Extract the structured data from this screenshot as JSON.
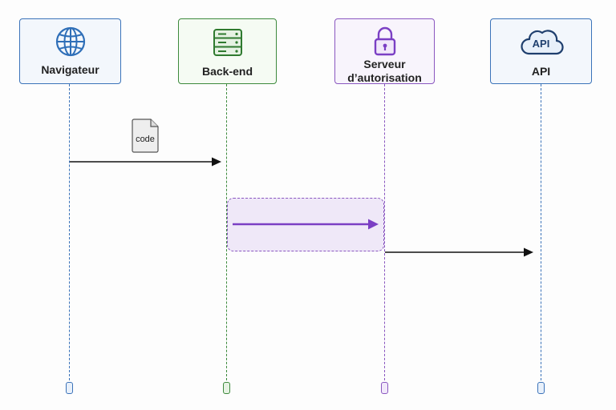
{
  "actors": [
    {
      "label": "Navigateur",
      "icon": "globe-icon",
      "color": "#3b73b9"
    },
    {
      "label": "Back-end",
      "icon": "server-icon",
      "color": "#3d8a3d"
    },
    {
      "label": "Serveur\nd’autorisation",
      "label_line1": "Serveur",
      "label_line2": "d’autorisation",
      "icon": "lock-icon",
      "color": "#8a57c0"
    },
    {
      "label": "API",
      "icon": "cloud-icon",
      "icon_text": "API",
      "color": "#3b73b9"
    }
  ],
  "messages": [
    {
      "from": "Navigateur",
      "to": "Back-end",
      "label": "code",
      "color": "#111111"
    },
    {
      "from": "Back-end",
      "to": "Serveur d’autorisation",
      "label": "",
      "color": "#7b3fc4",
      "highlighted": true
    },
    {
      "from": "Serveur d’autorisation",
      "to": "API",
      "label": "",
      "color": "#111111"
    }
  ]
}
